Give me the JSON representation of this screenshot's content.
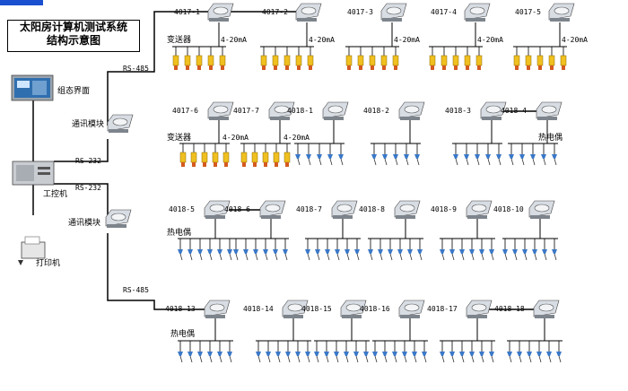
{
  "title": {
    "line1": "太阳房计算机测试系统",
    "line2": "结构示意图"
  },
  "left": {
    "config_ui": "组态界面",
    "comm_module": "通讯模块",
    "ipc": "工控机",
    "printer": "打印机",
    "rs485": "RS-485",
    "rs232": "RS-232"
  },
  "labels": {
    "transmitter": "变送器",
    "thermocouple": "热电偶",
    "current": "4-20mA"
  },
  "rows": [
    {
      "id": "row1",
      "modules": [
        "4017-1",
        "4017-2",
        "4017-3",
        "4017-4",
        "4017-5"
      ]
    },
    {
      "id": "row2",
      "modules": [
        "4017-6",
        "4017-7",
        "4018-1",
        "4018-2",
        "4018-3",
        "4018-4"
      ]
    },
    {
      "id": "row3",
      "modules": [
        "4018-5",
        "4018-6",
        "4018-7",
        "4018-8",
        "4018-9",
        "4018-10"
      ]
    },
    {
      "id": "row4",
      "modules": [
        "4018-13",
        "4018-14",
        "4018-15",
        "4018-16",
        "4018-17",
        "4018-18"
      ]
    }
  ],
  "colors": {
    "line": "#000000",
    "sensor_yellow": "#f0c020",
    "sensor_blue": "#3a78c8",
    "screen": "#2f6fb0"
  }
}
